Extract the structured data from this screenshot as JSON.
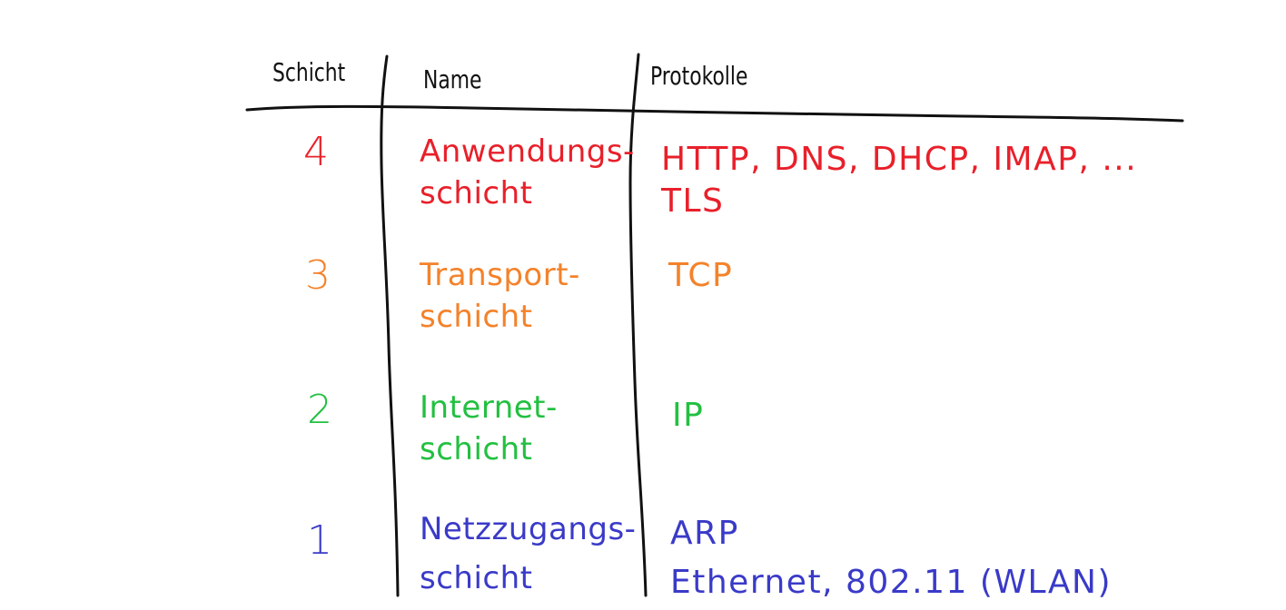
{
  "header": {
    "layer": "Schicht",
    "name": "Name",
    "protocols": "Protokolle"
  },
  "colors": {
    "ink": "#111111",
    "application": "#e8202a",
    "transport": "#f4822a",
    "internet": "#22c040",
    "link": "#3a3ac8"
  },
  "rows": [
    {
      "number": "4",
      "name_line1": "Anwendungs-",
      "name_line2": "schicht",
      "protocols_line1": "HTTP, DNS, DHCP, IMAP, ...",
      "protocols_line2": "TLS"
    },
    {
      "number": "3",
      "name_line1": "Transport-",
      "name_line2": "schicht",
      "protocols_line1": "TCP"
    },
    {
      "number": "2",
      "name_line1": "Internet-",
      "name_line2": "schicht",
      "protocols_line1": "IP"
    },
    {
      "number": "1",
      "name_line1": "Netzzugangs-",
      "name_line2": "schicht",
      "protocols_line1": "ARP",
      "protocols_line2": "Ethernet, 802.11 (WLAN)"
    }
  ]
}
